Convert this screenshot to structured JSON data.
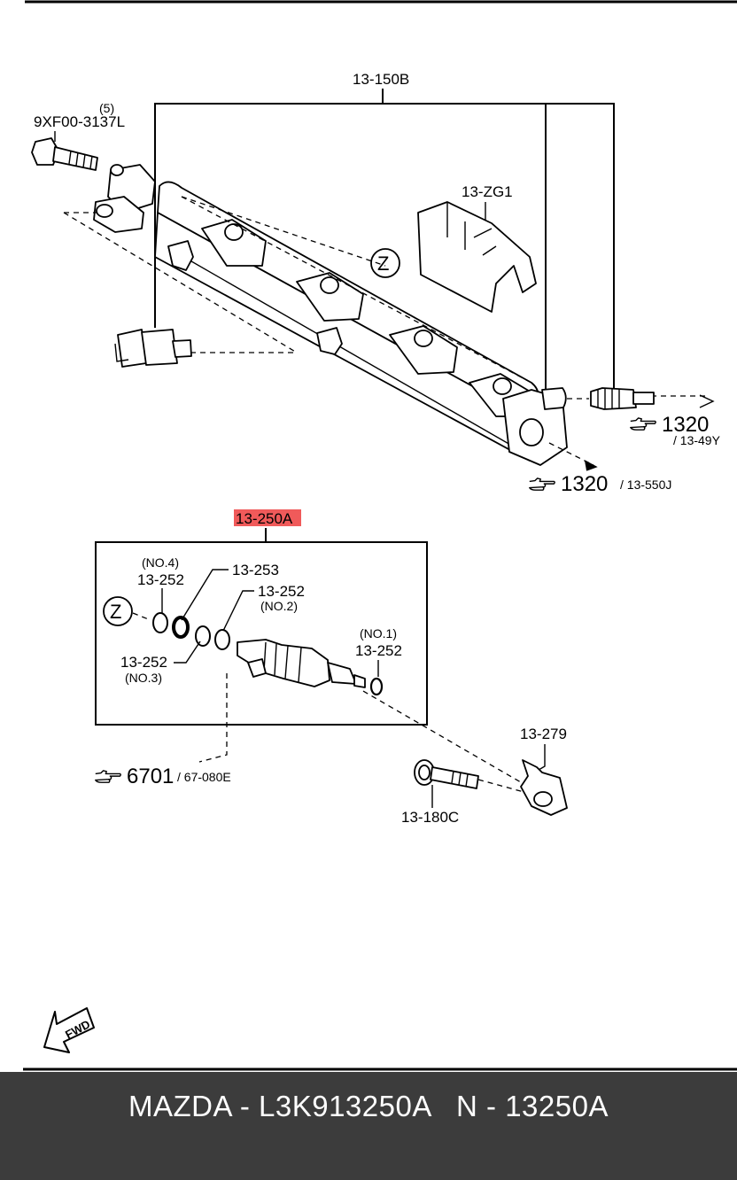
{
  "diagram": {
    "top_assembly_ref": "13-150B",
    "bolt_part": "9XF00-3137L",
    "bolt_qty": "(5)",
    "insulator_ref": "13-ZG1",
    "detail_marker": "Z",
    "ref_1320_a": "1320",
    "ref_13_49Y": "/ 13-49Y",
    "ref_1320_b": "1320",
    "ref_13_550J": "/ 13-550J",
    "highlighted_part": "13-250A",
    "highlight_color": "#f05a5a",
    "oring_no4_note": "(NO.4)",
    "oring_no4_ref": "13-252",
    "seal_ref": "13-253",
    "oring_no2_ref": "13-252",
    "oring_no2_note": "(NO.2)",
    "oring_no3_ref": "13-252",
    "oring_no3_note": "(NO.3)",
    "oring_no1_note": "(NO.1)",
    "oring_no1_ref": "13-252",
    "ref_6701": "6701",
    "ref_67_080E": "/ 67-080E",
    "bracket_ref": "13-279",
    "bolt_180C_ref": "13-180C",
    "fwd_label": "FWD",
    "pointer_icon": "pointing-hand-icon"
  },
  "footer": {
    "caption": "MAZDA - L3K913250A   N - 13250A",
    "background": "#3c3c3c",
    "text_color": "#ffffff"
  }
}
